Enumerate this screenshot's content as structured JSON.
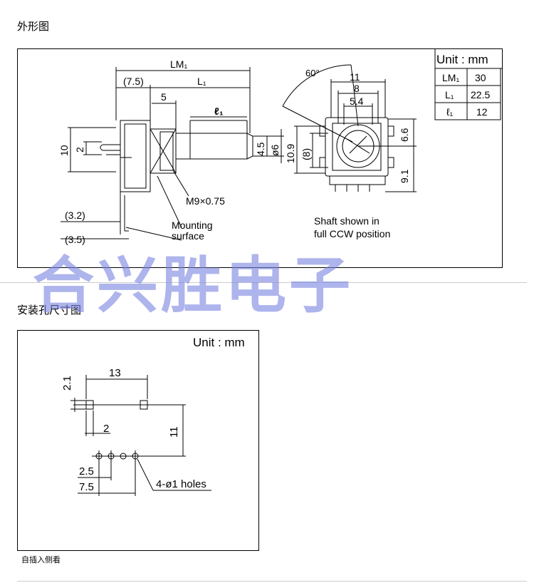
{
  "section1": {
    "heading": "外形图",
    "unit_label": "Unit : mm",
    "table": [
      {
        "key": "LM₁",
        "value": "30"
      },
      {
        "key": "L₁",
        "value": "22.5"
      },
      {
        "key": "ℓ₁",
        "value": "12"
      }
    ],
    "dims": {
      "lm1": "LM₁",
      "p75": "(7.5)",
      "l1": "L₁",
      "five": "5",
      "ell1": "ℓ₁",
      "ten": "10",
      "two": "2",
      "d45": "4.5",
      "phi6": "ø6",
      "p32": "(3.2)",
      "p35": "(3.5)",
      "m9": "M9×0.75",
      "mounting1": "Mounting",
      "mounting2": "surface",
      "angle": "60°",
      "eleven": "11",
      "eight": "8",
      "d54": "5.4",
      "d66": "6.6",
      "d109": "10.9",
      "p8": "(8)",
      "d91": "9.1",
      "note1": "Shaft shown in",
      "note2": "full CCW position"
    }
  },
  "section2": {
    "heading": "安装孔尺寸图",
    "unit_label": "Unit : mm",
    "dims": {
      "d21": "2.1",
      "d13": "13",
      "d2": "2",
      "d11": "11",
      "d25": "2.5",
      "d75": "7.5",
      "holes": "4-ø1 holes"
    },
    "caption": "自插入侧看"
  },
  "watermark": "合兴胜电子"
}
